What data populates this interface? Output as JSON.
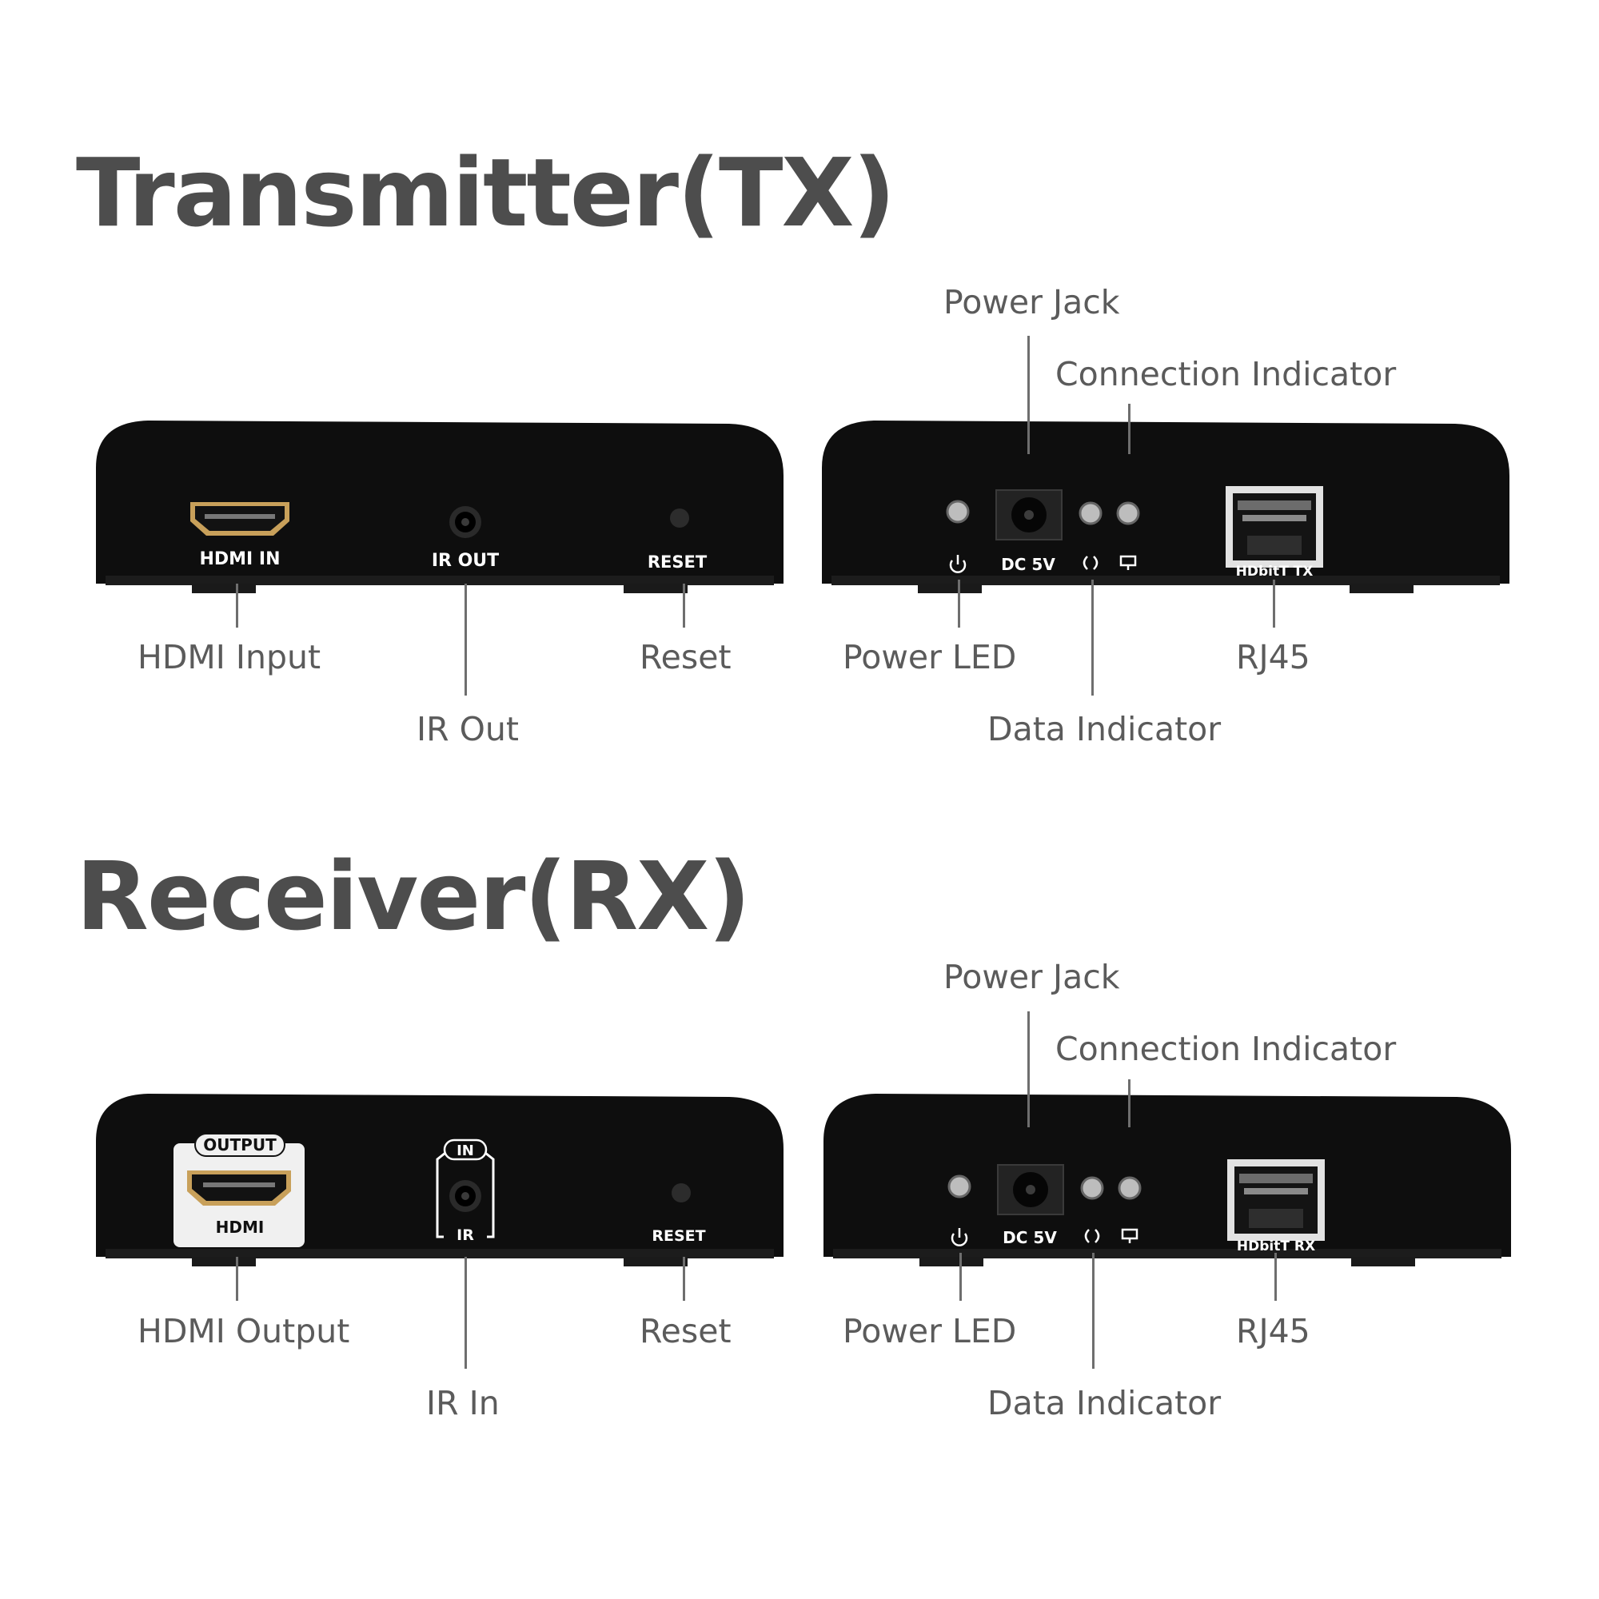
{
  "transmitter": {
    "title": "Transmitter(TX)",
    "front_panel": {
      "hdmi_port": "HDMI IN",
      "ir_port": "IR OUT",
      "reset_port": "RESET"
    },
    "back_panel": {
      "dc_port": "DC 5V",
      "rj45_port": "HDbitT TX"
    },
    "callouts": {
      "hdmi": "HDMI Input",
      "ir": "IR Out",
      "reset": "Reset",
      "power_jack": "Power Jack",
      "connection_indicator": "Connection Indicator",
      "power_led": "Power LED",
      "data_indicator": "Data Indicator",
      "rj45": "RJ45"
    }
  },
  "receiver": {
    "title": "Receiver(RX)",
    "front_panel": {
      "hdmi_badge": "OUTPUT",
      "hdmi_port": "HDMI",
      "ir_badge": "IN",
      "ir_port": "IR",
      "reset_port": "RESET"
    },
    "back_panel": {
      "dc_port": "DC 5V",
      "rj45_port": "HDbitT RX"
    },
    "callouts": {
      "hdmi": "HDMI Output",
      "ir": "IR In",
      "reset": "Reset",
      "power_jack": "Power Jack",
      "connection_indicator": "Connection Indicator",
      "power_led": "Power LED",
      "data_indicator": "Data Indicator",
      "rj45": "RJ45"
    }
  },
  "colors": {
    "device_body": "#0e0e0e",
    "device_edge": "#2a2a2a",
    "hdmi_gold": "#c8a05a",
    "text": "#555555"
  }
}
